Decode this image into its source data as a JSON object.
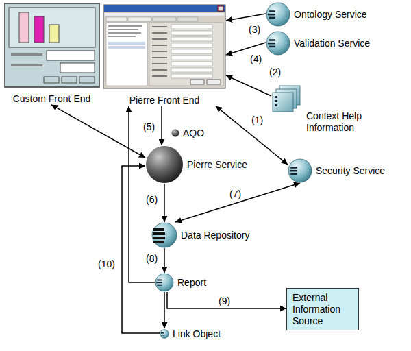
{
  "diagram": {
    "nodes": [
      {
        "text": [
          "Custom Front End"
        ]
      },
      {
        "text": [
          "Pierre Front End"
        ]
      },
      {
        "text": [
          "Ontology Service"
        ]
      },
      {
        "text": [
          "Validation Service"
        ]
      },
      {
        "text": [
          "Context Help Information"
        ]
      },
      {
        "text": [
          "Security Service"
        ]
      },
      {
        "text": [
          "AQO"
        ]
      },
      {
        "text": [
          "Pierre Service"
        ]
      },
      {
        "text": [
          "Data Repository"
        ]
      },
      {
        "text": [
          "Report"
        ]
      },
      {
        "text": [
          "External Information Source"
        ]
      },
      {
        "text": [
          "Link Object"
        ]
      }
    ],
    "edges": [
      {
        "from": 0,
        "to": 7,
        "arrow": "both"
      },
      {
        "from": 1,
        "to": 5,
        "label": "(1)",
        "arrow": "both"
      },
      {
        "from": 4,
        "to": 1,
        "label": "(2)",
        "arrow": "to"
      },
      {
        "from": 2,
        "to": 1,
        "label": "(3)",
        "arrow": "to"
      },
      {
        "from": 3,
        "to": 1,
        "label": "(4)",
        "arrow": "to"
      },
      {
        "from": 1,
        "to": 7,
        "label": "(5)",
        "arrow": "to"
      },
      {
        "from": 7,
        "to": 8,
        "label": "(6)",
        "arrow": "to"
      },
      {
        "from": 8,
        "to": 5,
        "label": "(7)",
        "arrow": "both"
      },
      {
        "from": 8,
        "to": 9,
        "label": "(8)",
        "arrow": "to"
      },
      {
        "from": 9,
        "to": 10,
        "label": "(9)",
        "arrow": "to"
      },
      {
        "from": 9,
        "to": 1,
        "arrow": "to"
      },
      {
        "from": 9,
        "to": 11,
        "arrow": "to"
      },
      {
        "from": 11,
        "to": 7,
        "label": "(10)",
        "arrow": "to"
      }
    ]
  }
}
